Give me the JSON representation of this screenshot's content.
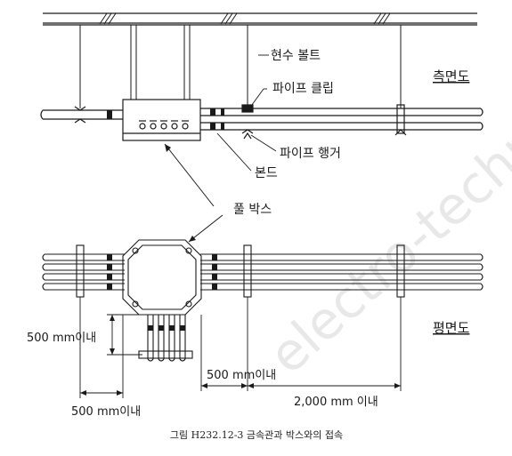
{
  "labels": {
    "hanger_bolt": "현수 볼트",
    "pipe_clip": "파이프 클립",
    "pipe_hanger": "파이프 행거",
    "bond": "본드",
    "pull_box": "풀 박스"
  },
  "views": {
    "side_view": "측면도",
    "plan_view": "평면도"
  },
  "dimensions": {
    "vertical_500": "500 mm이내",
    "box_to_clip_500": "500 mm이내",
    "left_500": "500 mm이내",
    "span_2000": "2,000 mm 이내"
  },
  "caption": "그림 H232.12-3 금속관과 박스와의 접속",
  "watermark": "electro-technical"
}
